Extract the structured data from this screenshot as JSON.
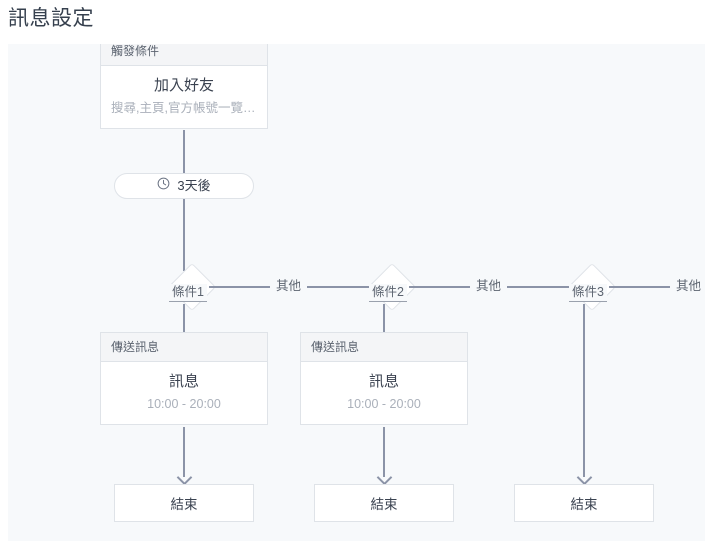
{
  "page": {
    "title": "訊息設定"
  },
  "flow": {
    "trigger": {
      "header": "觸發條件",
      "title": "加入好友",
      "subtitle": "搜尋,主頁,官方帳號一覽,聊…"
    },
    "delay": {
      "icon": "clock-icon",
      "label": "3天後"
    },
    "branches": [
      {
        "condition_label": "條件1",
        "other_label": "其他",
        "message": {
          "header": "傳送訊息",
          "title": "訊息",
          "subtitle": "10:00 - 20:00"
        },
        "end_label": "結束"
      },
      {
        "condition_label": "條件2",
        "other_label": "其他",
        "message": {
          "header": "傳送訊息",
          "title": "訊息",
          "subtitle": "10:00 - 20:00"
        },
        "end_label": "結束"
      },
      {
        "condition_label": "條件3",
        "other_label": "其他",
        "message": null,
        "end_label": "結束"
      }
    ]
  },
  "colors": {
    "canvas_background": "#f7f9fb",
    "connector": "#8b93a7",
    "card_border": "#dfe3e8",
    "card_header_fill": "#f4f5f7",
    "text_primary": "#3a4250",
    "text_muted": "#aab0ba"
  }
}
